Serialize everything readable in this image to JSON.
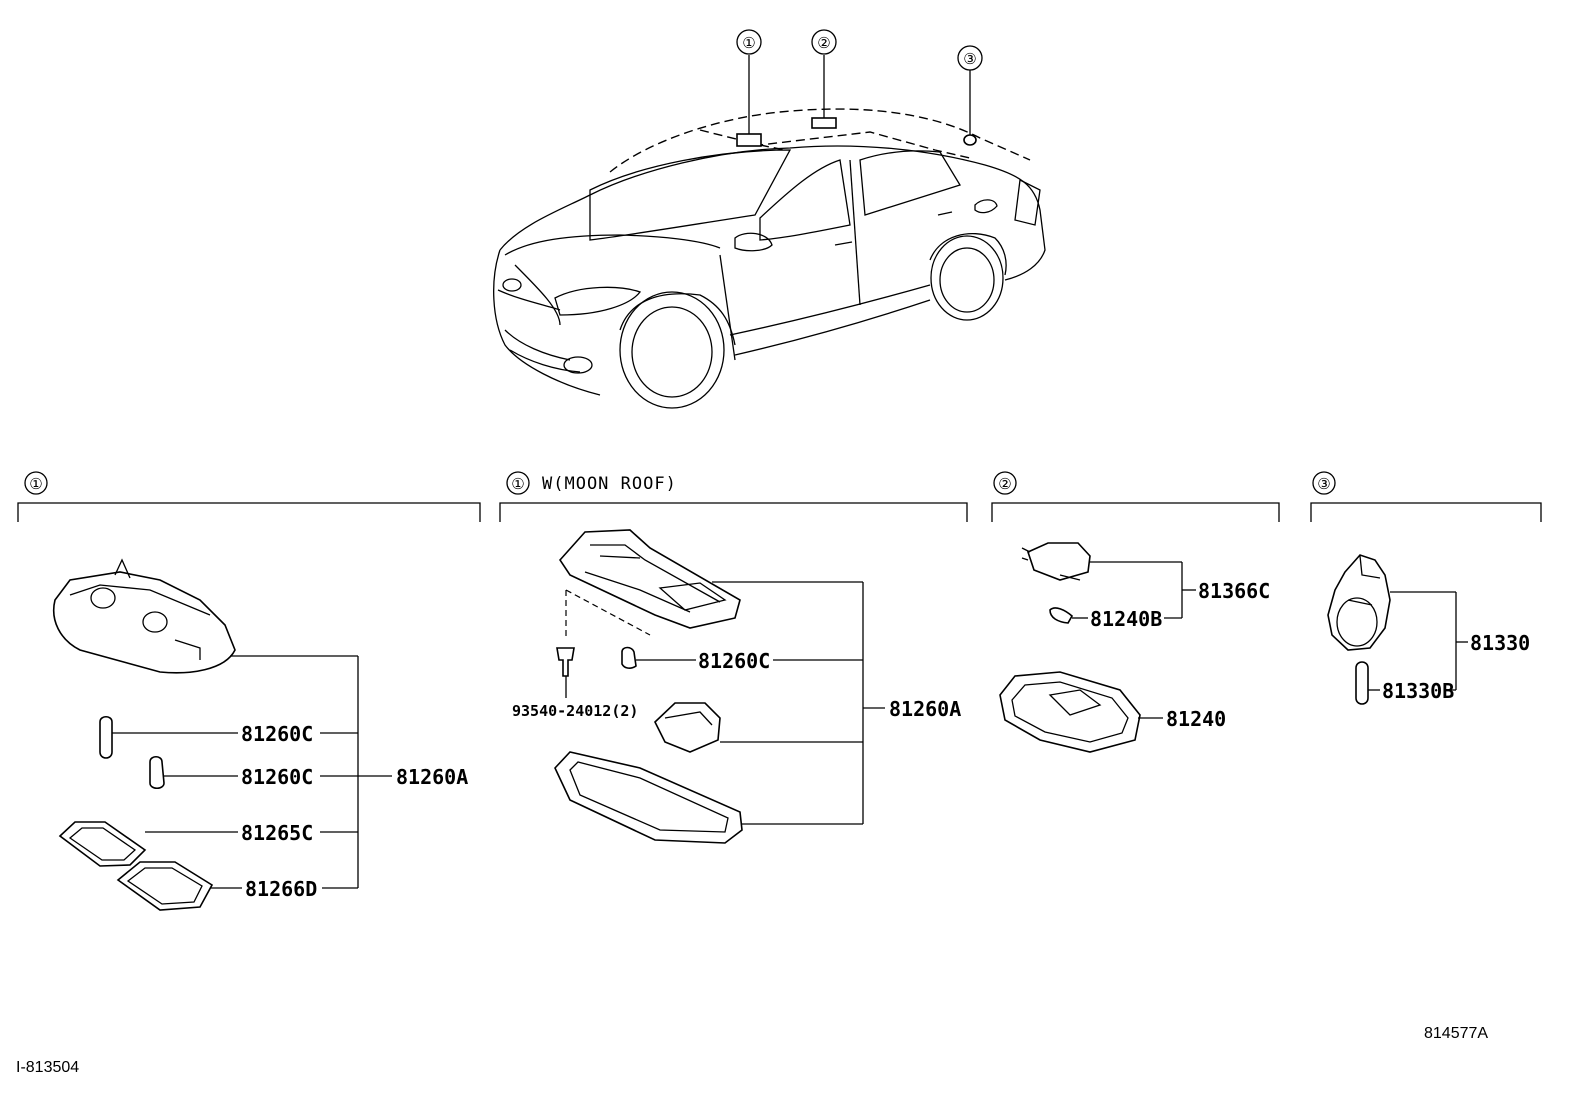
{
  "car": {
    "markers": [
      "①",
      "②",
      "③"
    ]
  },
  "sections": [
    {
      "marker": "①",
      "title": "",
      "parts": [
        "81260C",
        "81260C",
        "81265C",
        "81266D"
      ],
      "assembly": "81260A"
    },
    {
      "marker": "①",
      "title": "W(MOON ROOF)",
      "parts": [
        "81260C",
        "93540-24012(2)"
      ],
      "assembly": "81260A"
    },
    {
      "marker": "②",
      "title": "",
      "parts": [
        "81366C",
        "81240B",
        "81240"
      ]
    },
    {
      "marker": "③",
      "title": "",
      "parts": [
        "81330",
        "81330B"
      ]
    }
  ],
  "footer": {
    "left_code": "I-813504",
    "right_code": "814577A"
  }
}
